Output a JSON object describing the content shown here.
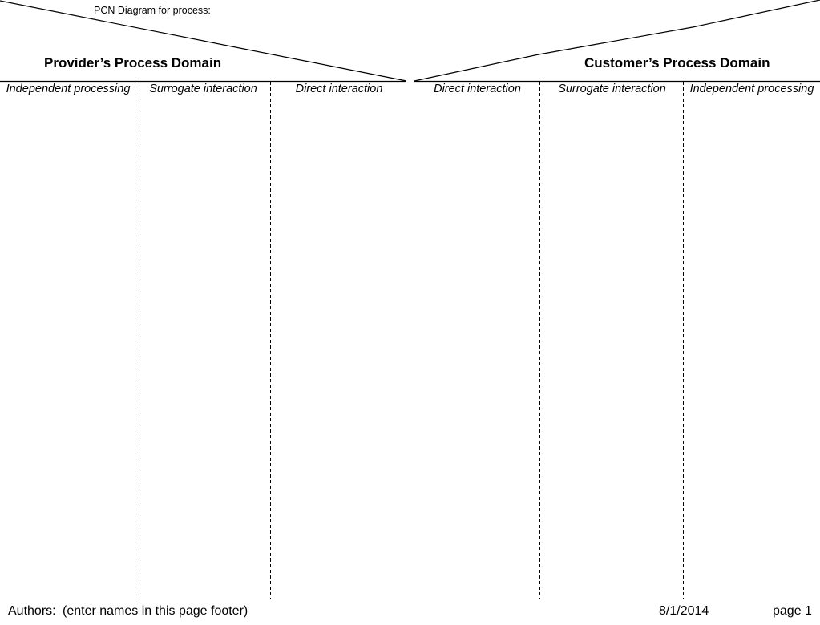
{
  "diagram": {
    "title": "PCN Diagram for process:"
  },
  "provider_domain": {
    "title": "Provider’s Process Domain",
    "regions": [
      {
        "label": "Independent processing"
      },
      {
        "label": "Surrogate interaction"
      },
      {
        "label": "Direct interaction"
      }
    ]
  },
  "customer_domain": {
    "title": "Customer’s Process Domain",
    "regions": [
      {
        "label": "Direct interaction"
      },
      {
        "label": "Surrogate interaction"
      },
      {
        "label": "Independent processing"
      }
    ]
  },
  "footer": {
    "authors_label": "Authors:",
    "authors_value": "(enter names in this page footer)",
    "date": "8/1/2014",
    "page": "page 1"
  }
}
